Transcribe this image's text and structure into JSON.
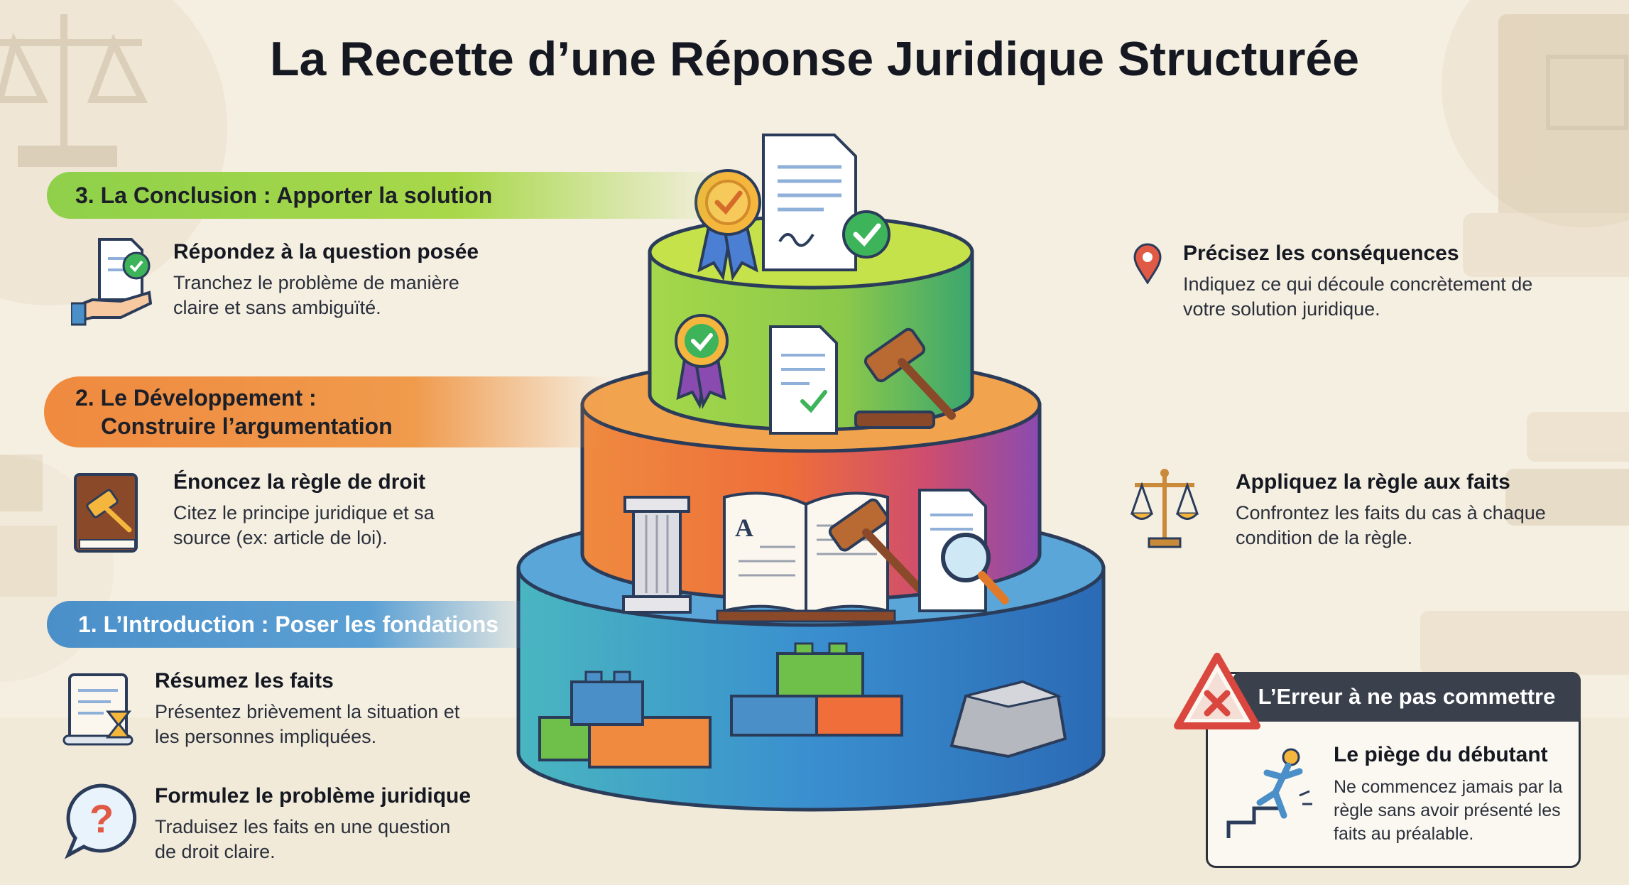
{
  "title": "La Recette d’une Réponse Juridique Structurée",
  "sections": {
    "conclusion": {
      "banner": "3. La Conclusion : Apporter la solution",
      "left": {
        "heading": "Répondez à la question posée",
        "text": "Tranchez le problème de manière claire et sans ambiguïté."
      },
      "right": {
        "heading": "Précisez les conséquences",
        "text": "Indiquez ce qui découle concrètement de votre solution juridique."
      }
    },
    "developpement": {
      "banner_line1": "2. Le Développement :",
      "banner_line2": "Construire l’argumentation",
      "left": {
        "heading": "Énoncez la règle de droit",
        "text": "Citez le principe juridique et sa source (ex: article de loi)."
      },
      "right": {
        "heading": "Appliquez la règle aux faits",
        "text": "Confrontez les faits du cas à chaque condition de la règle."
      }
    },
    "introduction": {
      "banner": "1. L’Introduction : Poser les fondations",
      "item1": {
        "heading": "Résumez les faits",
        "text": "Présentez brièvement la situation et les personnes impliquées."
      },
      "item2": {
        "heading": "Formulez le problème juridique",
        "text": "Traduisez les faits en une question de droit claire."
      }
    }
  },
  "warning": {
    "header": "L’Erreur à ne pas commettre",
    "heading": "Le piège du débutant",
    "text": "Ne commencez jamais par la règle sans avoir présenté les faits au préalable."
  },
  "colors": {
    "green": "#8fd04a",
    "orange": "#ef8a3f",
    "blue": "#4b8fc9",
    "warning_red": "#d9473f",
    "dark": "#3a414c"
  },
  "icons": [
    "scales-icon",
    "law-book-icon",
    "hand-document-check-icon",
    "location-pin-icon",
    "gavel-book-icon",
    "scales-balance-icon",
    "scroll-hourglass-icon",
    "question-bubble-icon",
    "warning-triangle-icon",
    "falling-person-stairs-icon",
    "award-ribbon-icon",
    "signed-document-icon",
    "gavel-icon",
    "column-icon",
    "open-book-icon",
    "magnifier-document-icon",
    "building-blocks-icon",
    "stone-block-icon"
  ]
}
